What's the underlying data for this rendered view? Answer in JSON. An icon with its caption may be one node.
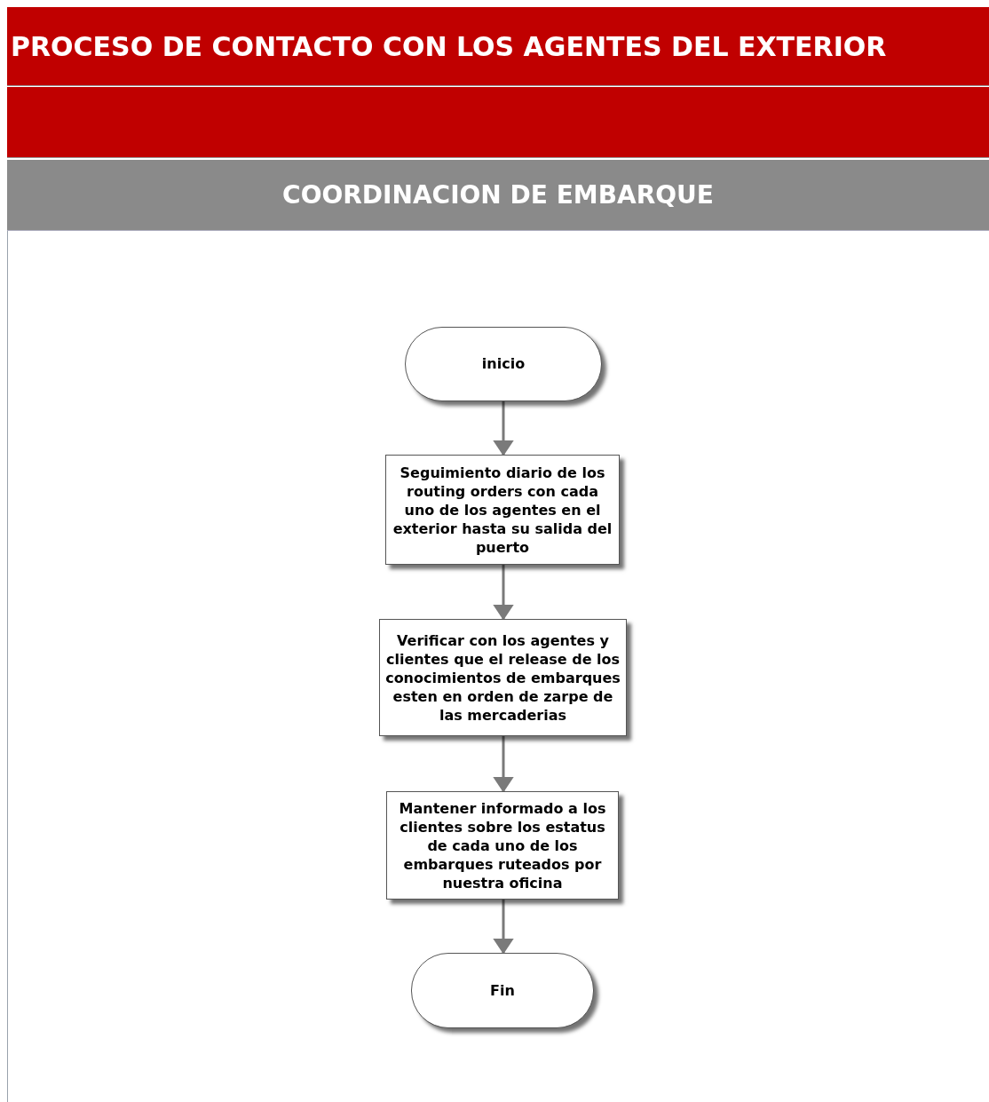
{
  "diagram": {
    "nodes": [
      {
        "text": [
          "PROCESO DE CONTACTO CON LOS AGENTES DEL EXTERIOR"
        ]
      },
      {
        "text": [],
        "shape": "bar"
      },
      {
        "text": [
          "COORDINACION DE EMBARQUE"
        ]
      },
      {
        "text": [
          "inicio"
        ]
      },
      {
        "text": [
          "Seguimiento diario de los routing orders con cada uno de los agentes en el exterior hasta su salida del puerto"
        ]
      },
      {
        "text": [
          "Verificar con los agentes y clientes que el release de los conocimientos de embarques esten en orden de zarpe de las mercaderias"
        ]
      },
      {
        "text": [
          "Mantener informado a los clientes sobre los estatus de cada uno de los embarques ruteados por nuestra oficina"
        ]
      },
      {
        "text": [
          "Fin"
        ]
      }
    ],
    "edges": [
      {
        "from": 3,
        "to": 4,
        "arrow": "to"
      },
      {
        "from": 4,
        "to": 5,
        "arrow": "to"
      },
      {
        "from": 5,
        "to": 6,
        "arrow": "to"
      },
      {
        "from": 6,
        "to": 7,
        "arrow": "to"
      }
    ]
  }
}
